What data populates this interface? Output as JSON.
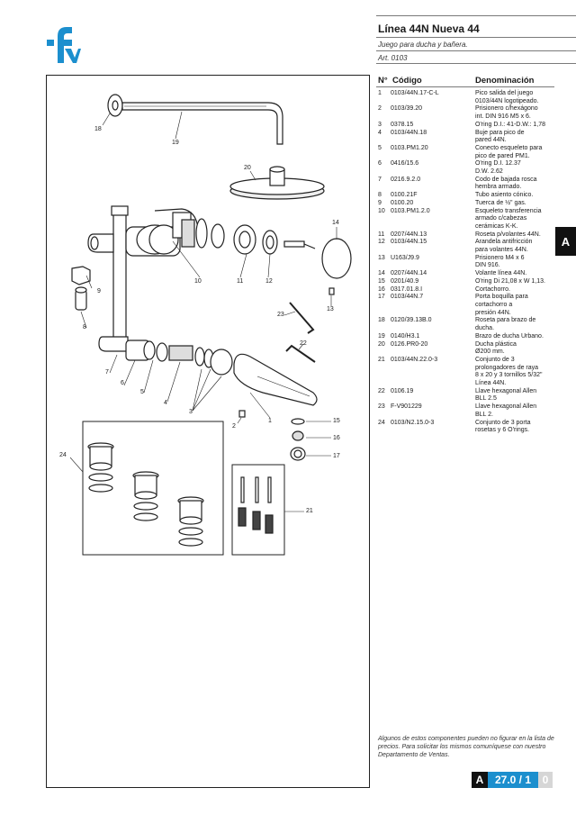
{
  "header": {
    "title": "Línea 44N Nueva 44",
    "subtitle": "Juego para ducha y bañera.",
    "article": "Art. 0103"
  },
  "logo": {
    "name": "fv-logo",
    "text": "fv",
    "color": "#1c8fce"
  },
  "table": {
    "col_no": "N°",
    "col_code": "Código",
    "col_name": "Denominación",
    "rows": [
      {
        "no": "1",
        "code": "0103/44N.17-C-L",
        "name": [
          "Pico salida del juego",
          "0103/44N logotipeado."
        ]
      },
      {
        "no": "2",
        "code": "0103/39.20",
        "name": [
          "Prisionero c/hexágono",
          "int. DIN 916 M5 x 6."
        ]
      },
      {
        "no": "3",
        "code": "0378.15",
        "name": [
          "O'ring D.I.: 41-D.W.: 1,78"
        ]
      },
      {
        "no": "4",
        "code": "0103/44N.18",
        "name": [
          "Buje para pico de",
          "pared 44N."
        ]
      },
      {
        "no": "5",
        "code": "0103.PM1.20",
        "name": [
          "Conecto esqueleto para",
          "pico de pared PM1."
        ]
      },
      {
        "no": "6",
        "code": "0416/15.6",
        "name": [
          "O'ring D.I. 12.37",
          "D.W. 2.62"
        ]
      },
      {
        "no": "7",
        "code": "0216.9.2.0",
        "name": [
          "Codo de bajada rosca",
          "hembra armado."
        ]
      },
      {
        "no": "8",
        "code": "0100.21F",
        "name": [
          "Tubo asiento cónico."
        ]
      },
      {
        "no": "9",
        "code": "0100.20",
        "name": [
          "Tuerca de ½\" gas."
        ]
      },
      {
        "no": "10",
        "code": "0103.PM1.2.0",
        "name": [
          "Esqueleto transferencia",
          "armado c/cabezas",
          "cerámicas K-K."
        ]
      },
      {
        "no": "11",
        "code": "0207/44N.13",
        "name": [
          "Roseta p/volantes 44N."
        ]
      },
      {
        "no": "12",
        "code": "0103/44N.15",
        "name": [
          "Arandela antifricción",
          "para volantes 44N."
        ]
      },
      {
        "no": "13",
        "code": "U163/J9.9",
        "name": [
          "Prisionero M4 x 6",
          "DIN 916."
        ]
      },
      {
        "no": "14",
        "code": "0207/44N.14",
        "name": [
          "Volante línea 44N."
        ]
      },
      {
        "no": "15",
        "code": "0201/40.9",
        "name": [
          "O'ring Di 21,08 x W 1,13."
        ]
      },
      {
        "no": "16",
        "code": "0317.01.8.I",
        "name": [
          "Cortachorro."
        ]
      },
      {
        "no": "17",
        "code": "0103/44N.7",
        "name": [
          "Porta boquilla para",
          "cortachorro a",
          "presión 44N."
        ]
      },
      {
        "no": "18",
        "code": "0120/39.13B.0",
        "name": [
          "Roseta para brazo de",
          "ducha."
        ]
      },
      {
        "no": "19",
        "code": "0140/H3.1",
        "name": [
          "Brazo de ducha Urbano."
        ]
      },
      {
        "no": "20",
        "code": "0126.PR0-20",
        "name": [
          "Ducha plástica",
          "Ø200 mm."
        ]
      },
      {
        "no": "21",
        "code": "0103/44N.22.0-3",
        "name": [
          "Conjunto de 3",
          "prolongadores de raya",
          "8 x 20 y 3 tornillos 5/32\"",
          "Línea 44N."
        ]
      },
      {
        "no": "22",
        "code": "0106.19",
        "name": [
          "Llave hexagonal Allen",
          "BLL 2.5"
        ]
      },
      {
        "no": "23",
        "code": "F-V901229",
        "name": [
          "Llave hexagonal Allen",
          "BLL 2."
        ]
      },
      {
        "no": "24",
        "code": "0103/N2.15.0-3",
        "name": [
          "Conjunto de 3 porta",
          "rosetas y 6 O'rings."
        ]
      }
    ]
  },
  "section_tab": "A",
  "note": "Algunos de estos componentes pueden no figurar en la lista de precios. Para solicitar los mismos comuníquese con nuestro Departamento de Ventas.",
  "page_number": {
    "section": "A",
    "page": "27.0 / 1",
    "rev": "0"
  },
  "diagram_labels": [
    "1",
    "2",
    "3",
    "4",
    "5",
    "6",
    "7",
    "8",
    "9",
    "10",
    "11",
    "12",
    "13",
    "14",
    "15",
    "16",
    "17",
    "18",
    "19",
    "20",
    "21",
    "22",
    "23",
    "24"
  ]
}
